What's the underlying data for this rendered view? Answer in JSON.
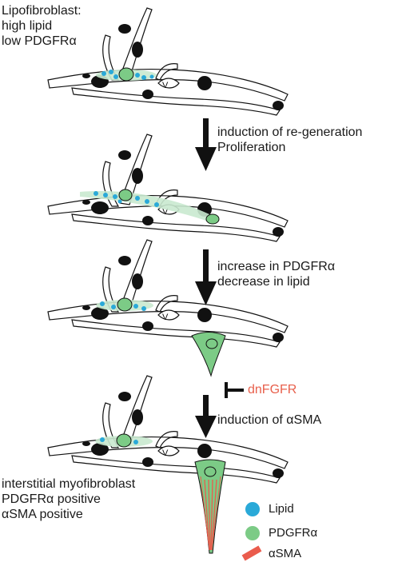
{
  "labels": {
    "top_line1": "Lipofibroblast:",
    "top_line2": "high lipid",
    "top_line3": "low PDGFRα",
    "step1_line1": "induction of re-generation",
    "step1_line2": "Proliferation",
    "step2_line1": "increase in PDGFRα",
    "step2_line2": "decrease in lipid",
    "inhibitor": "dnFGFR",
    "step3": "induction of αSMA",
    "bottom_line1": "interstitial myofibroblast",
    "bottom_line2": "PDGFRα positive",
    "bottom_line3": "αSMA positive",
    "vessel_label": "V"
  },
  "legend": [
    {
      "label": "Lipid",
      "color": "#2aa9d8",
      "icon": "lipid-dot-icon"
    },
    {
      "label": "PDGFRα",
      "color": "#7ccb86",
      "icon": "pdgfra-dot-icon"
    },
    {
      "label": "αSMA",
      "color": "#ea5c4d",
      "icon": "asma-bar-icon"
    }
  ],
  "colors": {
    "lipid": "#2aa9d8",
    "pdgfra": "#7ccb86",
    "asma": "#ea5c4d",
    "ink": "#111111",
    "inhibitor": "#e8604c"
  }
}
